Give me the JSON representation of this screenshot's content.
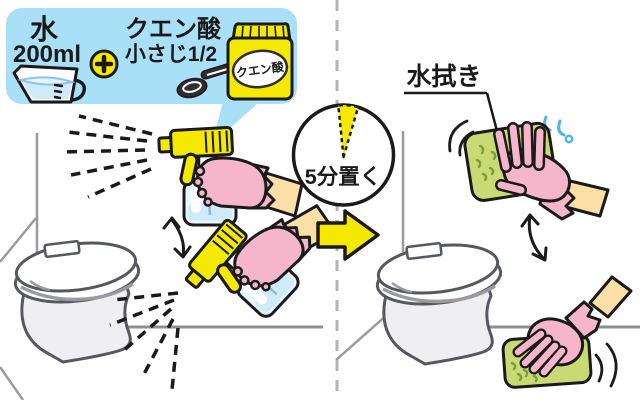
{
  "recipe_bubble": {
    "water_name": "水",
    "water_amount": "200ml",
    "plus_sign": "+",
    "acid_name": "クエン酸",
    "acid_amount": "小さじ1/2",
    "package_label": "クエン酸"
  },
  "timer": {
    "label": "5分置く"
  },
  "wipe_step": {
    "label": "水拭き"
  },
  "icons": [
    "measuring-cup-icon",
    "plus-icon",
    "measuring-spoon-icon",
    "citric-acid-package-icon",
    "spray-bottle-icon",
    "spray-mist-icon",
    "timer-clock-icon",
    "step-arrow-icon",
    "cloth-icon",
    "rubber-glove-icon",
    "water-droplets-icon",
    "motion-arc-icon",
    "swing-arrow-icon"
  ],
  "colors": {
    "bubble_blue": "#a9dff7",
    "accent_yellow": "#f6e900",
    "glove_pink": "#f5b6cc",
    "sleeve_beige": "#fbdfa6",
    "cloth_green": "#c9da74",
    "cloth_mark_green": "#7d9b3a",
    "bottle_blue": "#cfeaf8",
    "toilet_body_gray": "#efeff1",
    "outline_black": "#1a1a1a",
    "toilet_outline_gray": "#55585e",
    "wall_line_gray": "#9b9b9b",
    "divider_gray": "#b3b3b3",
    "droplet_blue": "#4fb5e5"
  }
}
